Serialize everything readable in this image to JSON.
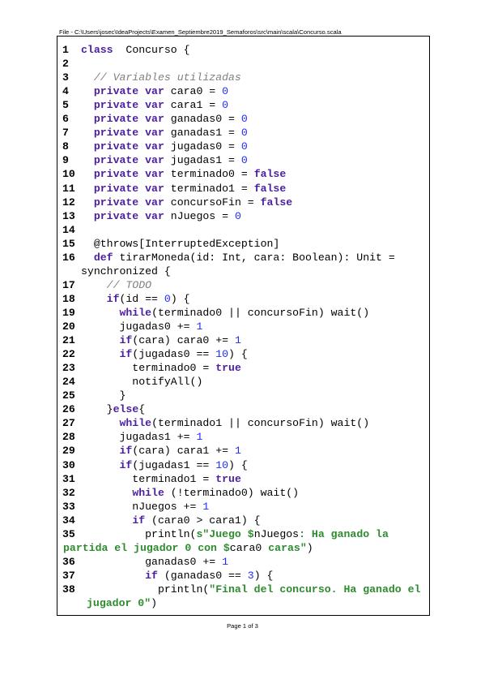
{
  "header": {
    "file_path": "File - C:\\Users\\josec\\IdeaProjects\\Examen_Septiembre2019_Semaforos\\src\\main\\scala\\Concurso.scala"
  },
  "footer": {
    "page_label": "Page 1 of 3"
  },
  "colors": {
    "keyword": "#4b1ea0",
    "number": "#1e2bff",
    "string": "#2e8b2e",
    "comment": "#808080",
    "text": "#000000"
  },
  "code_lines": [
    {
      "n": "1",
      "segs": [
        [
          "kw",
          "class"
        ],
        [
          "",
          "  Concurso {"
        ]
      ]
    },
    {
      "n": "2",
      "segs": []
    },
    {
      "n": "3",
      "segs": [
        [
          "",
          "  "
        ],
        [
          "cmt",
          "// Variables utilizadas"
        ]
      ]
    },
    {
      "n": "4",
      "segs": [
        [
          "",
          "  "
        ],
        [
          "kw",
          "private var"
        ],
        [
          "",
          " cara0 = "
        ],
        [
          "num",
          "0"
        ]
      ]
    },
    {
      "n": "5",
      "segs": [
        [
          "",
          "  "
        ],
        [
          "kw",
          "private var"
        ],
        [
          "",
          " cara1 = "
        ],
        [
          "num",
          "0"
        ]
      ]
    },
    {
      "n": "6",
      "segs": [
        [
          "",
          "  "
        ],
        [
          "kw",
          "private var"
        ],
        [
          "",
          " ganadas0 = "
        ],
        [
          "num",
          "0"
        ]
      ]
    },
    {
      "n": "7",
      "segs": [
        [
          "",
          "  "
        ],
        [
          "kw",
          "private var"
        ],
        [
          "",
          " ganadas1 = "
        ],
        [
          "num",
          "0"
        ]
      ]
    },
    {
      "n": "8",
      "segs": [
        [
          "",
          "  "
        ],
        [
          "kw",
          "private var"
        ],
        [
          "",
          " jugadas0 = "
        ],
        [
          "num",
          "0"
        ]
      ]
    },
    {
      "n": "9",
      "segs": [
        [
          "",
          "  "
        ],
        [
          "kw",
          "private var"
        ],
        [
          "",
          " jugadas1 = "
        ],
        [
          "num",
          "0"
        ]
      ]
    },
    {
      "n": "10",
      "segs": [
        [
          "",
          "  "
        ],
        [
          "kw",
          "private var"
        ],
        [
          "",
          " terminado0 = "
        ],
        [
          "kw",
          "false"
        ]
      ]
    },
    {
      "n": "11",
      "segs": [
        [
          "",
          "  "
        ],
        [
          "kw",
          "private var"
        ],
        [
          "",
          " terminado1 = "
        ],
        [
          "kw",
          "false"
        ]
      ]
    },
    {
      "n": "12",
      "segs": [
        [
          "",
          "  "
        ],
        [
          "kw",
          "private var"
        ],
        [
          "",
          " concursoFin = "
        ],
        [
          "kw",
          "false"
        ]
      ]
    },
    {
      "n": "13",
      "segs": [
        [
          "",
          "  "
        ],
        [
          "kw",
          "private var"
        ],
        [
          "",
          " nJuegos = "
        ],
        [
          "num",
          "0"
        ]
      ]
    },
    {
      "n": "14",
      "segs": []
    },
    {
      "n": "15",
      "segs": [
        [
          "",
          "  @throws[InterruptedException]"
        ]
      ]
    },
    {
      "n": "16",
      "segs": [
        [
          "",
          "  "
        ],
        [
          "kw",
          "def"
        ],
        [
          "",
          " tirarMoneda(id: Int, cara: Boolean): Unit ="
        ]
      ]
    },
    {
      "n": "",
      "cont": true,
      "segs": [
        [
          "",
          "synchronized {"
        ]
      ]
    },
    {
      "n": "17",
      "segs": [
        [
          "",
          "    "
        ],
        [
          "cmt",
          "// TODO"
        ]
      ]
    },
    {
      "n": "18",
      "segs": [
        [
          "",
          "    "
        ],
        [
          "kw",
          "if"
        ],
        [
          "",
          "(id == "
        ],
        [
          "num",
          "0"
        ],
        [
          "",
          ") {"
        ]
      ]
    },
    {
      "n": "19",
      "segs": [
        [
          "",
          "      "
        ],
        [
          "kw",
          "while"
        ],
        [
          "",
          "(terminado0 || concursoFin) wait()"
        ]
      ]
    },
    {
      "n": "20",
      "segs": [
        [
          "",
          "      jugadas0 += "
        ],
        [
          "num",
          "1"
        ]
      ]
    },
    {
      "n": "21",
      "segs": [
        [
          "",
          "      "
        ],
        [
          "kw",
          "if"
        ],
        [
          "",
          "(cara) cara0 += "
        ],
        [
          "num",
          "1"
        ]
      ]
    },
    {
      "n": "22",
      "segs": [
        [
          "",
          "      "
        ],
        [
          "kw",
          "if"
        ],
        [
          "",
          "(jugadas0 == "
        ],
        [
          "num",
          "10"
        ],
        [
          "",
          ") {"
        ]
      ]
    },
    {
      "n": "23",
      "segs": [
        [
          "",
          "        terminado0 = "
        ],
        [
          "kw",
          "true"
        ]
      ]
    },
    {
      "n": "24",
      "segs": [
        [
          "",
          "        notifyAll()"
        ]
      ]
    },
    {
      "n": "25",
      "segs": [
        [
          "",
          "      }"
        ]
      ]
    },
    {
      "n": "26",
      "segs": [
        [
          "",
          "    }"
        ],
        [
          "kw",
          "else"
        ],
        [
          "",
          "{"
        ]
      ]
    },
    {
      "n": "27",
      "segs": [
        [
          "",
          "      "
        ],
        [
          "kw",
          "while"
        ],
        [
          "",
          "(terminado1 || concursoFin) wait()"
        ]
      ]
    },
    {
      "n": "28",
      "segs": [
        [
          "",
          "      jugadas1 += "
        ],
        [
          "num",
          "1"
        ]
      ]
    },
    {
      "n": "29",
      "segs": [
        [
          "",
          "      "
        ],
        [
          "kw",
          "if"
        ],
        [
          "",
          "(cara) cara1 += "
        ],
        [
          "num",
          "1"
        ]
      ]
    },
    {
      "n": "30",
      "segs": [
        [
          "",
          "      "
        ],
        [
          "kw",
          "if"
        ],
        [
          "",
          "(jugadas1 == "
        ],
        [
          "num",
          "10"
        ],
        [
          "",
          ") {"
        ]
      ]
    },
    {
      "n": "31",
      "segs": [
        [
          "",
          "        terminado1 = "
        ],
        [
          "kw",
          "true"
        ]
      ]
    },
    {
      "n": "32",
      "segs": [
        [
          "",
          "        "
        ],
        [
          "kw",
          "while"
        ],
        [
          "",
          " (!terminado0) wait()"
        ]
      ]
    },
    {
      "n": "33",
      "segs": [
        [
          "",
          "        nJuegos += "
        ],
        [
          "num",
          "1"
        ]
      ]
    },
    {
      "n": "34",
      "segs": [
        [
          "",
          "        "
        ],
        [
          "kw",
          "if"
        ],
        [
          "",
          " (cara0 > cara1) {"
        ]
      ]
    },
    {
      "n": "35",
      "segs": [
        [
          "",
          "          println("
        ],
        [
          "str",
          "s\"Juego "
        ],
        [
          "str",
          "$"
        ],
        [
          "",
          "nJuegos"
        ],
        [
          "str",
          ": Ha ganado la"
        ]
      ]
    },
    {
      "n": "",
      "cont": true,
      "contIndent": "partida",
      "segs": [
        [
          "str",
          "partida el jugador 0 con "
        ],
        [
          "str",
          "$"
        ],
        [
          "",
          "cara0"
        ],
        [
          "str",
          " caras\""
        ],
        [
          "",
          ")"
        ]
      ]
    },
    {
      "n": "36",
      "segs": [
        [
          "",
          "          ganadas0 += "
        ],
        [
          "num",
          "1"
        ]
      ]
    },
    {
      "n": "37",
      "segs": [
        [
          "",
          "          "
        ],
        [
          "kw",
          "if"
        ],
        [
          "",
          " (ganadas0 == "
        ],
        [
          "num",
          "3"
        ],
        [
          "",
          ") {"
        ]
      ]
    },
    {
      "n": "38",
      "segs": [
        [
          "",
          "            println("
        ],
        [
          "str",
          "\"Final del concurso. Ha ganado el"
        ]
      ]
    },
    {
      "n": "",
      "cont": true,
      "contIndent": "jugador",
      "segs": [
        [
          "str",
          "jugador 0\""
        ],
        [
          "",
          ")"
        ]
      ]
    }
  ]
}
